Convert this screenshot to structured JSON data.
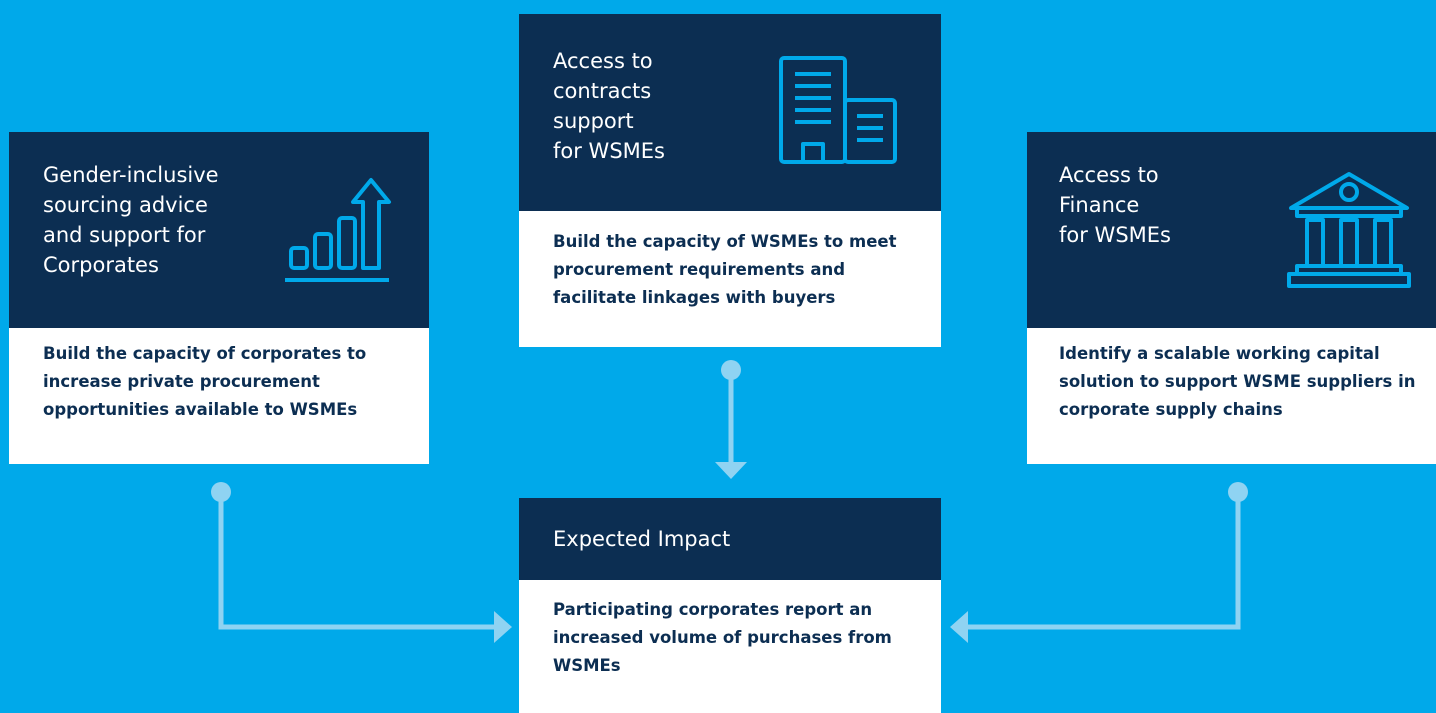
{
  "colors": {
    "background": "#00a9ea",
    "header": "#0c2e52",
    "body": "#ffffff",
    "connector": "#8fd3f2",
    "icon_stroke": "#00a9ea"
  },
  "cards": {
    "corporates": {
      "title": "Gender-inclusive sourcing advice and support for Corporates",
      "title_lines": [
        "Gender-inclusive",
        "sourcing advice",
        "and support for",
        "Corporates"
      ],
      "description": "Build the capacity of  corporates to increase private procurement opportunities available to WSMEs",
      "icon": "growth-bar-chart-icon"
    },
    "contracts": {
      "title": "Access to contracts support for WSMEs",
      "title_lines": [
        "Access to",
        "contracts",
        "support",
        "for WSMEs"
      ],
      "description": "Build the capacity of WSMEs to meet procurement requirements and facilitate linkages with buyers",
      "icon": "office-building-icon"
    },
    "finance": {
      "title": "Access to Finance for WSMEs",
      "title_lines": [
        "Access to",
        "Finance",
        "for WSMEs"
      ],
      "description": "Identify a scalable working capital solution to support WSME suppliers in corporate supply chains",
      "icon": "bank-icon"
    },
    "impact": {
      "title": "Expected Impact",
      "description": "Participating corporates report an increased volume of purchases from WSMEs"
    }
  }
}
